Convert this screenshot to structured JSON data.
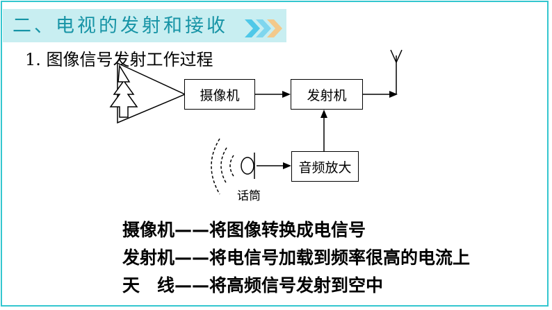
{
  "header": {
    "title": "二、电视的发射和接收",
    "accent_color": "#1794a6",
    "bar_color": "#c8eef1",
    "chevron_colors": [
      "#4fc8e8",
      "#7fd6ee",
      "#f3c98b"
    ]
  },
  "section": {
    "title": "1. 图像信号发射工作过程"
  },
  "diagram": {
    "camera_label": "摄像机",
    "transmitter_label": "发射机",
    "amplifier_label": "音频放大",
    "microphone_label": "话筒"
  },
  "legend": [
    {
      "term": "摄像机",
      "dash": "——",
      "desc": "将图像转换成电信号"
    },
    {
      "term": "发射机",
      "dash": "——",
      "desc": "将电信号加载到频率很高的电流上"
    },
    {
      "term": "天　线",
      "dash": "——",
      "desc": "将高频信号发射到空中"
    }
  ]
}
